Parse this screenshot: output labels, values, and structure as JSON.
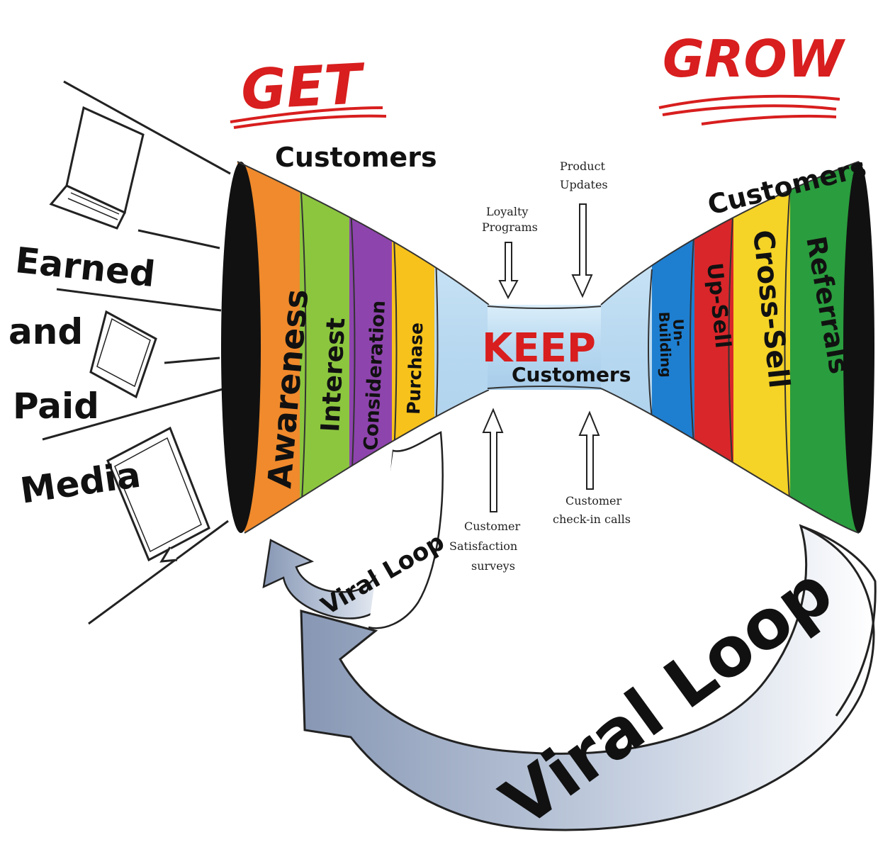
{
  "headings": {
    "get": "GET",
    "grow": "GROW",
    "keep": "KEEP",
    "customers_get": "Customers",
    "customers_grow": "Customers",
    "customers_keep": "Customers"
  },
  "media": {
    "line1": "Earned",
    "line2": "and",
    "line3": "Paid",
    "line4": "Media"
  },
  "get_stages": [
    {
      "label": "Awareness",
      "color": "#f08a2c"
    },
    {
      "label": "Interest",
      "color": "#8cc63f"
    },
    {
      "label": "Consideration",
      "color": "#8e44ad"
    },
    {
      "label": "Purchase",
      "color": "#f7c21b"
    }
  ],
  "grow_stages": [
    {
      "label": "Un-",
      "label2": "Building",
      "color": "#1e7fd1"
    },
    {
      "label": "Up-Sell",
      "color": "#d9262a"
    },
    {
      "label": "Cross-Sell",
      "color": "#f5d327"
    },
    {
      "label": "Referrals",
      "color": "#2a9d3e"
    }
  ],
  "keep_tactics": {
    "loyalty_1": "Loyalty",
    "loyalty_2": "Programs",
    "product_1": "Product",
    "product_2": "Updates",
    "survey_1": "Customer",
    "survey_2": "Satisfaction",
    "survey_3": "surveys",
    "checkin_1": "Customer",
    "checkin_2": "check-in calls"
  },
  "loops": {
    "small": "Viral Loop",
    "large": "Viral Loop"
  },
  "colors": {
    "heading_red": "#d81e1e",
    "funnel_neck": "#bcdcf2",
    "loop_fill": "#9fb0c8"
  }
}
